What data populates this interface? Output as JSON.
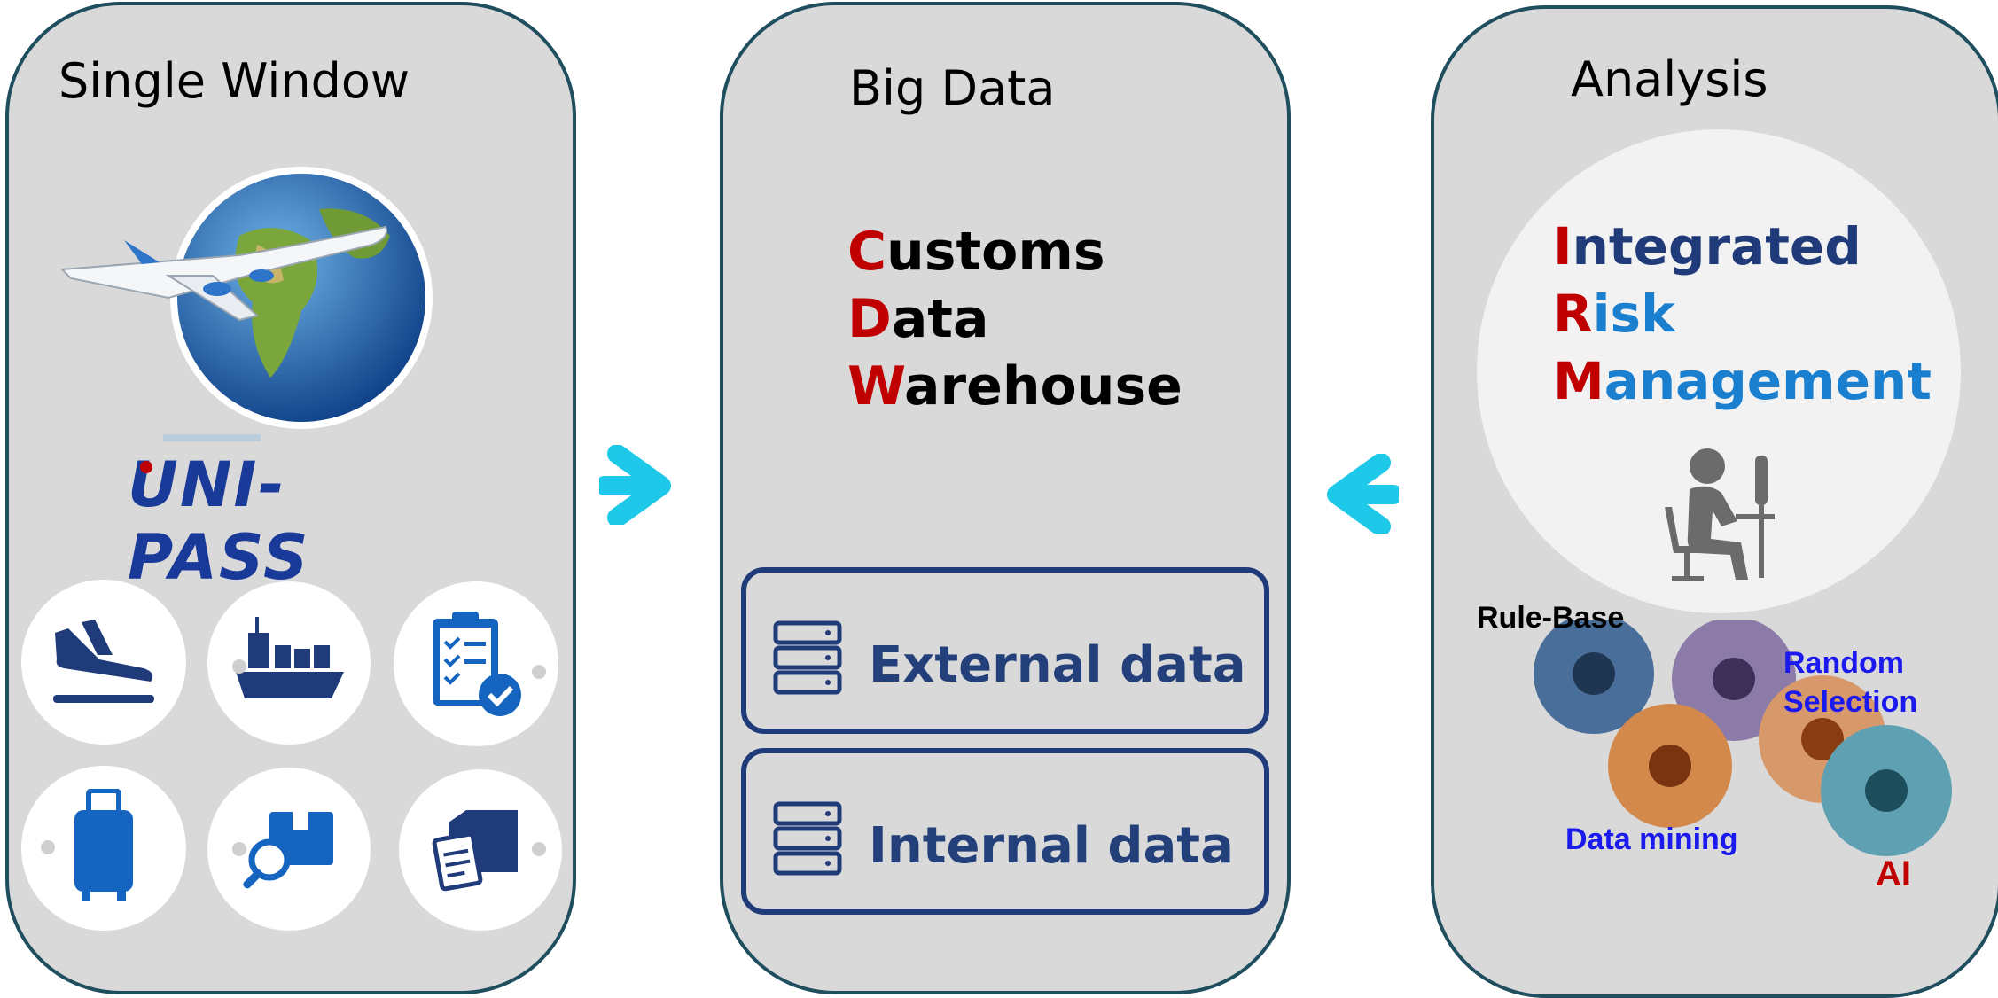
{
  "panels": {
    "single_window": {
      "title": "Single Window",
      "logo_text": "UNI-PASS"
    },
    "big_data": {
      "title": "Big Data",
      "warehouse": [
        {
          "initial": "C",
          "rest": "ustoms"
        },
        {
          "initial": "D",
          "rest": "ata"
        },
        {
          "initial": "W",
          "rest": "arehouse"
        }
      ],
      "external": "External data",
      "internal": "Internal data"
    },
    "analysis": {
      "title": "Analysis",
      "irm": [
        {
          "initial": "I",
          "rest": "ntegrated"
        },
        {
          "initial": "R",
          "rest": "isk"
        },
        {
          "initial": "M",
          "rest": "anagement"
        }
      ],
      "rule_base": "Rule-Base",
      "random_selection": "Random Selection",
      "data_mining": "Data mining",
      "ai": "AI"
    }
  },
  "colors": {
    "panel_bg": "#d9d9d9",
    "panel_border": "#1f4e5f",
    "accent_red": "#c00000",
    "navy": "#1f3b7a",
    "arrow": "#1ec8e8",
    "icon_blue": "#1565c0"
  }
}
